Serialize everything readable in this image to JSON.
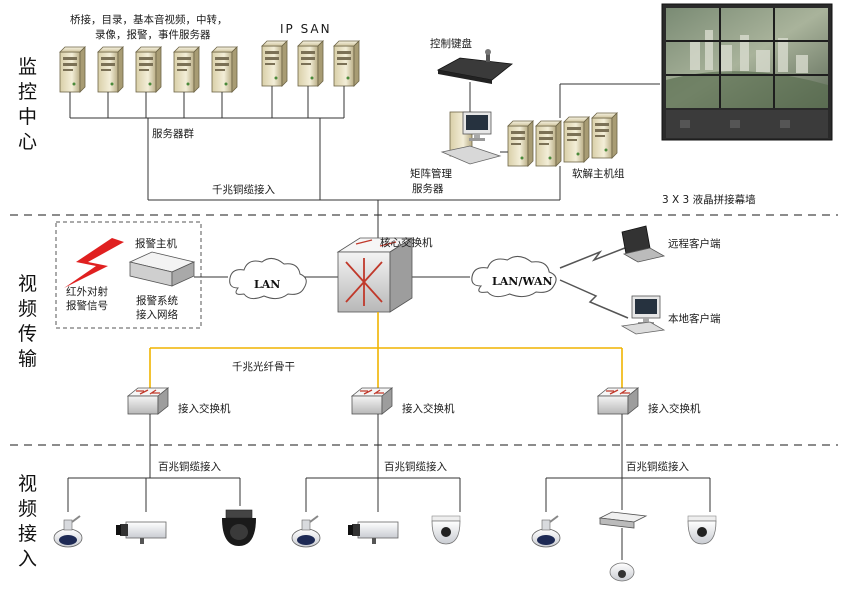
{
  "sections": {
    "monitor_center": [
      "监",
      "控",
      "中",
      "心"
    ],
    "video_transmission": [
      "视",
      "频",
      "传",
      "输"
    ],
    "video_access": [
      "视",
      "频",
      "接",
      "入"
    ]
  },
  "labels": {
    "bridge_services_line1": "桥接，目录，基本音视频，中转，",
    "bridge_services_line2": "录像，报警，事件服务器",
    "ip_san": "IP  SAN",
    "server_group": "服务器群",
    "control_keyboard": "控制键盘",
    "matrix_server_line1": "矩阵管理",
    "matrix_server_line2": "服务器",
    "decoder_group": "软解主机组",
    "gigabit_copper": "千兆铜缆接入",
    "video_wall": "3 X 3 液晶拼接幕墙",
    "alarm_host": "报警主机",
    "infrared_line1": "红外对射",
    "infrared_line2": "报警信号",
    "alarm_net_line1": "报警系统",
    "alarm_net_line2": "接入网络",
    "lan": "LAN",
    "core_switch": "核心交换机",
    "lan_wan": "LAN/WAN",
    "remote_client": "远程客户端",
    "local_client": "本地客户端",
    "gigabit_fiber": "千兆光纤骨干",
    "access_switch": "接入交换机",
    "fast_copper": "百兆铜缆接入"
  },
  "colors": {
    "fiber": "#f0b400",
    "alarm_bolt": "#e02020",
    "dashed_divider": "#666666"
  },
  "icons": [
    "server-icon",
    "monitor-icon",
    "keyboard-icon",
    "switch-icon",
    "cloud-icon",
    "ptz-dome-camera-icon",
    "box-camera-icon",
    "dome-camera-icon",
    "video-wall-icon",
    "lightning-icon"
  ]
}
